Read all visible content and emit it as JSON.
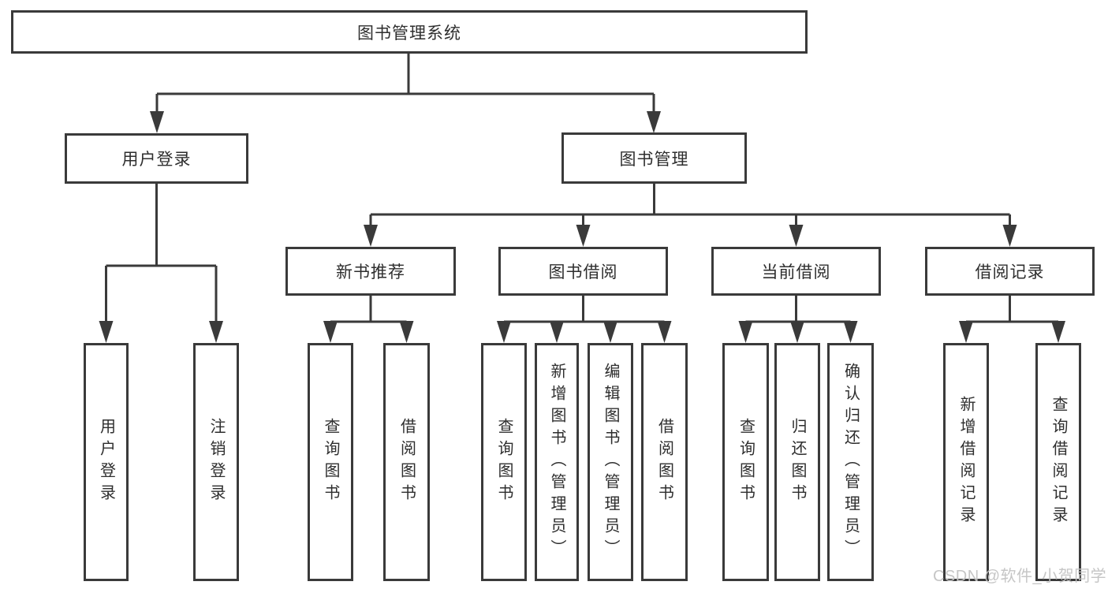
{
  "tree": {
    "root": {
      "label": "图书管理系统"
    },
    "children": [
      {
        "label": "用户登录",
        "children": [
          {
            "label": "用户登录"
          },
          {
            "label": "注销登录"
          }
        ]
      },
      {
        "label": "图书管理",
        "children": [
          {
            "label": "新书推荐",
            "children": [
              {
                "label": "查询图书"
              },
              {
                "label": "借阅图书"
              }
            ]
          },
          {
            "label": "图书借阅",
            "children": [
              {
                "label": "查询图书"
              },
              {
                "label": "新增图书（管理员）"
              },
              {
                "label": "编辑图书（管理员）"
              },
              {
                "label": "借阅图书"
              }
            ]
          },
          {
            "label": "当前借阅",
            "children": [
              {
                "label": "查询图书"
              },
              {
                "label": "归还图书"
              },
              {
                "label": "确认归还（管理员）"
              }
            ]
          },
          {
            "label": "借阅记录",
            "children": [
              {
                "label": "新增借阅记录"
              },
              {
                "label": "查询借阅记录"
              }
            ]
          }
        ]
      }
    ]
  },
  "watermark": {
    "text": "CSDN @软件_小贺同学"
  },
  "colors": {
    "line": "#3a3a3a",
    "box_border": "#3a3a3a",
    "text": "#2e2e2e",
    "watermark": "#c3c3c3",
    "background": "#ffffff"
  }
}
